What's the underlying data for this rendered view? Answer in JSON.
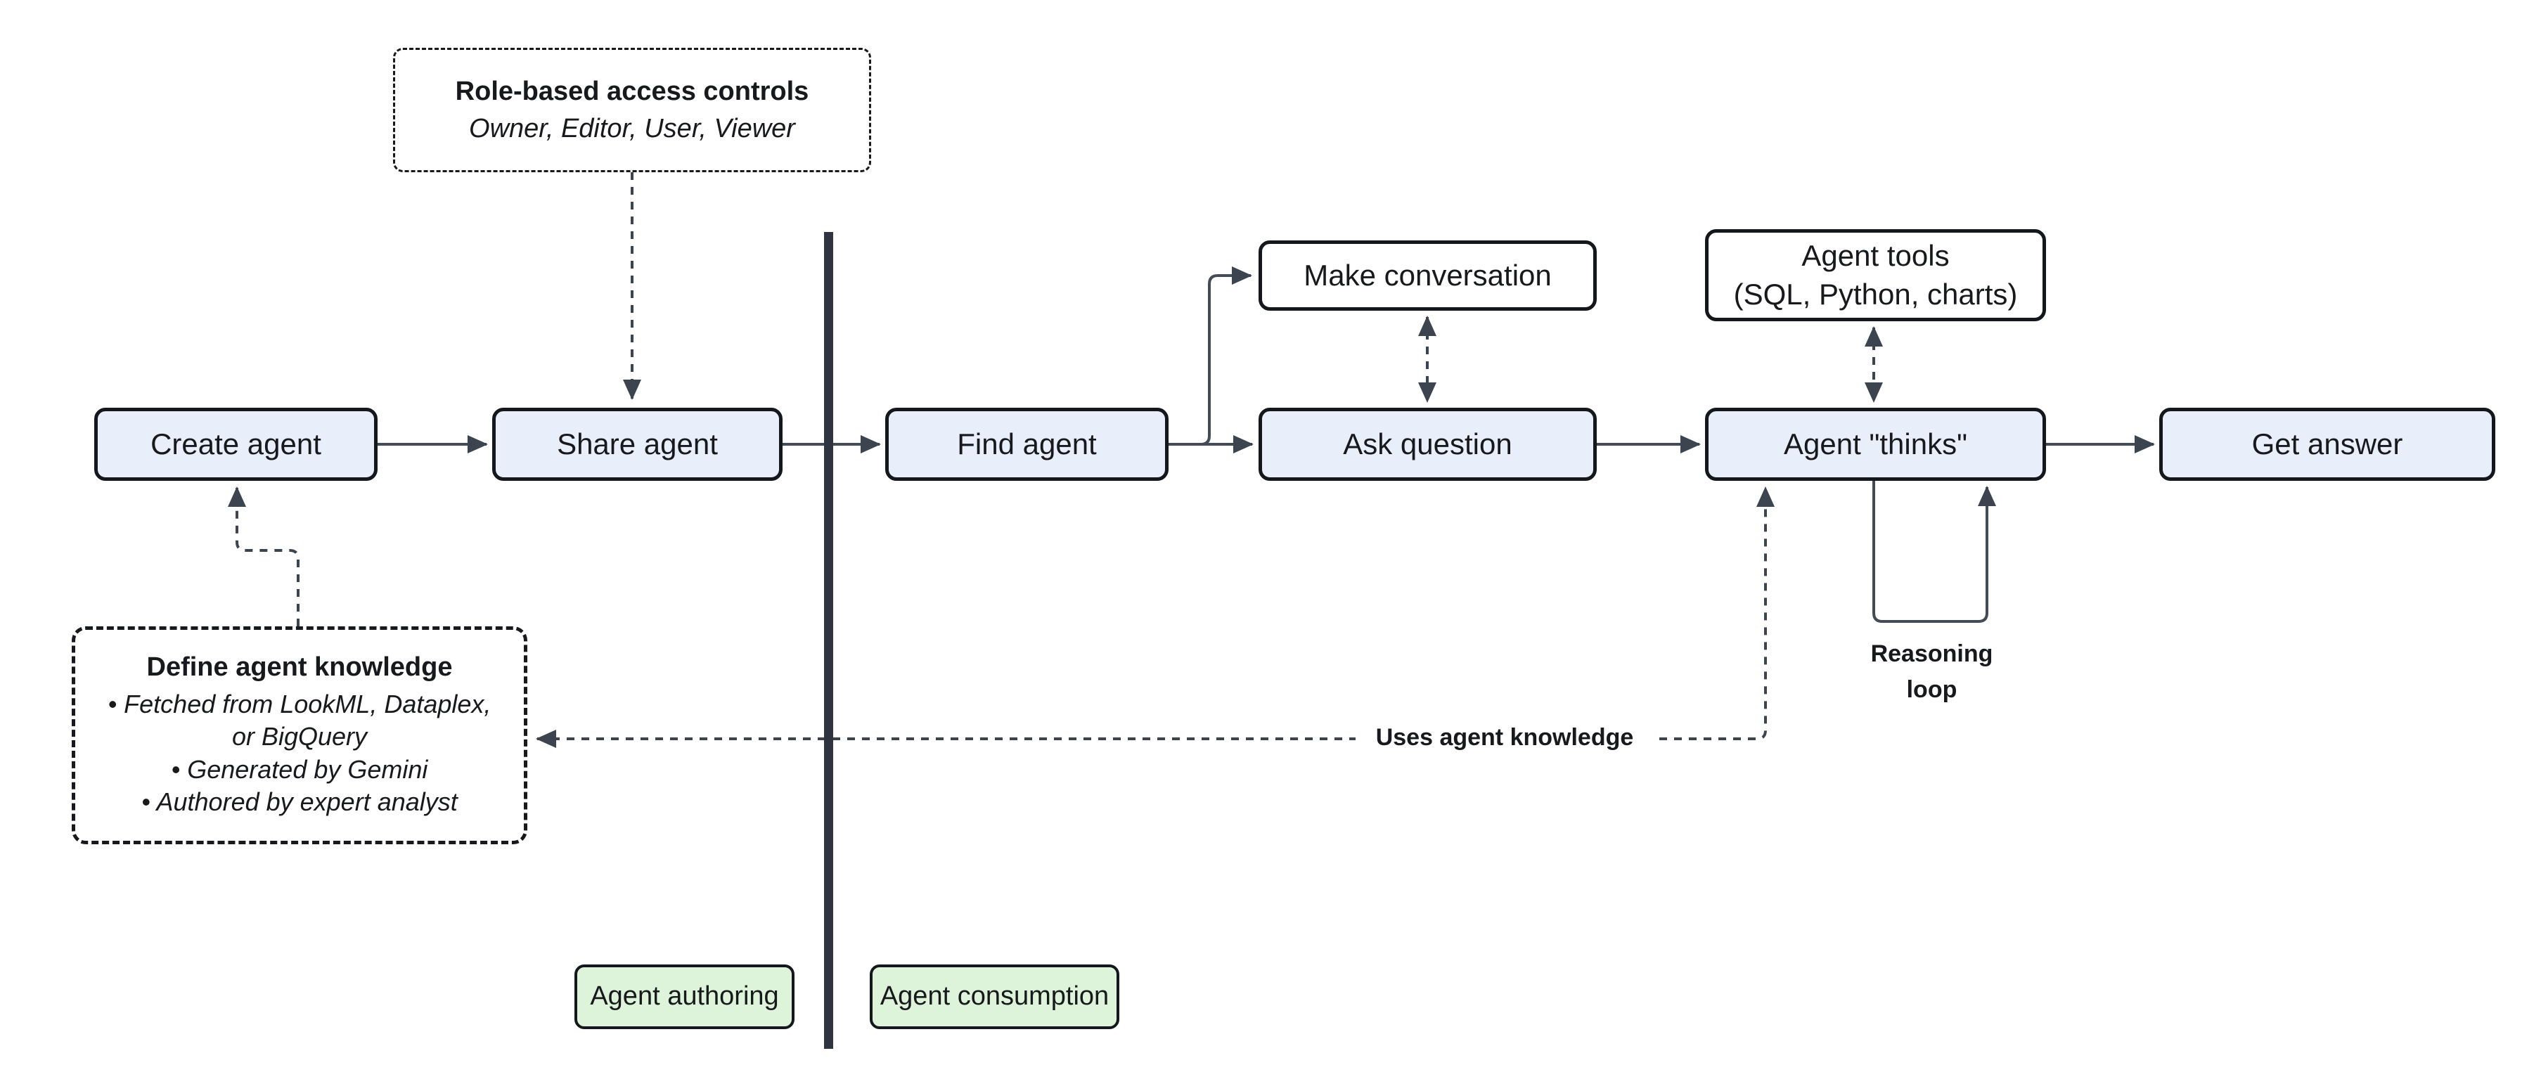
{
  "diagram": {
    "title_hint": "Agent authoring and consumption flow",
    "colors": {
      "background": "#ffffff",
      "node_fill_blue": "#e8effb",
      "node_fill_white": "#ffffff",
      "node_fill_green": "#def4da",
      "node_border": "#14171b",
      "connector": "#434b56",
      "arrowhead": "#3c4450",
      "divider": "#2e3440",
      "text": "#17191c"
    },
    "nodes": {
      "create_agent": {
        "label": "Create agent"
      },
      "share_agent": {
        "label": "Share agent"
      },
      "find_agent": {
        "label": "Find agent"
      },
      "make_conversation": {
        "label": "Make conversation"
      },
      "ask_question": {
        "label": "Ask question"
      },
      "agent_tools": {
        "line1": "Agent tools",
        "line2": "(SQL, Python, charts)"
      },
      "agent_thinks": {
        "label": "Agent \"thinks\""
      },
      "get_answer": {
        "label": "Get answer"
      }
    },
    "annotations": {
      "role_box": {
        "title": "Role-based access controls",
        "subtitle": "Owner, Editor, User, Viewer"
      },
      "define_box": {
        "title": "Define agent knowledge",
        "bullets": [
          "• Fetched from LookML, Dataplex, or BigQuery",
          "• Generated by Gemini",
          "• Authored by expert analyst"
        ]
      },
      "uses_agent_knowledge": "Uses agent knowledge",
      "reasoning_loop": {
        "line1": "Reasoning",
        "line2": "loop"
      }
    },
    "zones": {
      "authoring_label": "Agent authoring",
      "consumption_label": "Agent consumption"
    }
  }
}
